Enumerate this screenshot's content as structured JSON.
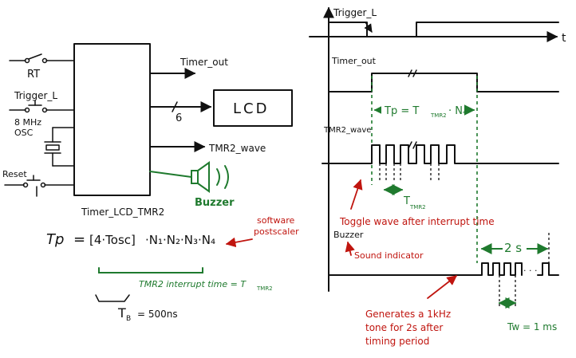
{
  "block": {
    "name": "Timer_LCD_TMR2",
    "inputs": {
      "rt": "RT",
      "trigger": "Trigger_L",
      "osc_freq": "8 MHz",
      "osc": "OSC",
      "reset": "Reset"
    },
    "outputs": {
      "timer_out": "Timer_out",
      "bus_width": "6",
      "lcd": "LCD",
      "tmr2_wave": "TMR2_wave",
      "buzzer": "Buzzer"
    }
  },
  "formula": {
    "tp": "Tp",
    "eq": "=",
    "bracket": "[4·Tosc]",
    "rest": "·N₁·N₂·N₃·N₄",
    "software_postscaler_1": "software",
    "software_postscaler_2": "postscaler",
    "interrupt_time": "TMR2 interrupt time = T",
    "interrupt_sub": "TMR2",
    "tb": "T",
    "tb_sub": "B",
    "tb_value": "= 500ns"
  },
  "timing": {
    "signals": {
      "trigger": "Trigger_L",
      "timer_out": "Timer_out",
      "tmr2": "TMR2_wave",
      "buzzer": "Buzzer"
    },
    "time_axis": "t",
    "tp_label": "Tp = T",
    "tp_sub": "TMR2",
    "tp_n": "· N₄",
    "tmr2_period": "T",
    "tmr2_period_sub": "TMR2",
    "toggle_note": "Toggle wave after interrupt time",
    "sound_note": "Sound indicator",
    "buzz_duration": "2 s",
    "tw": "Tw = 1 ms",
    "tone_note_1": "Generates a 1kHz",
    "tone_note_2": "tone for 2s after",
    "tone_note_3": "timing period",
    "ellipsis": "· · ·"
  }
}
